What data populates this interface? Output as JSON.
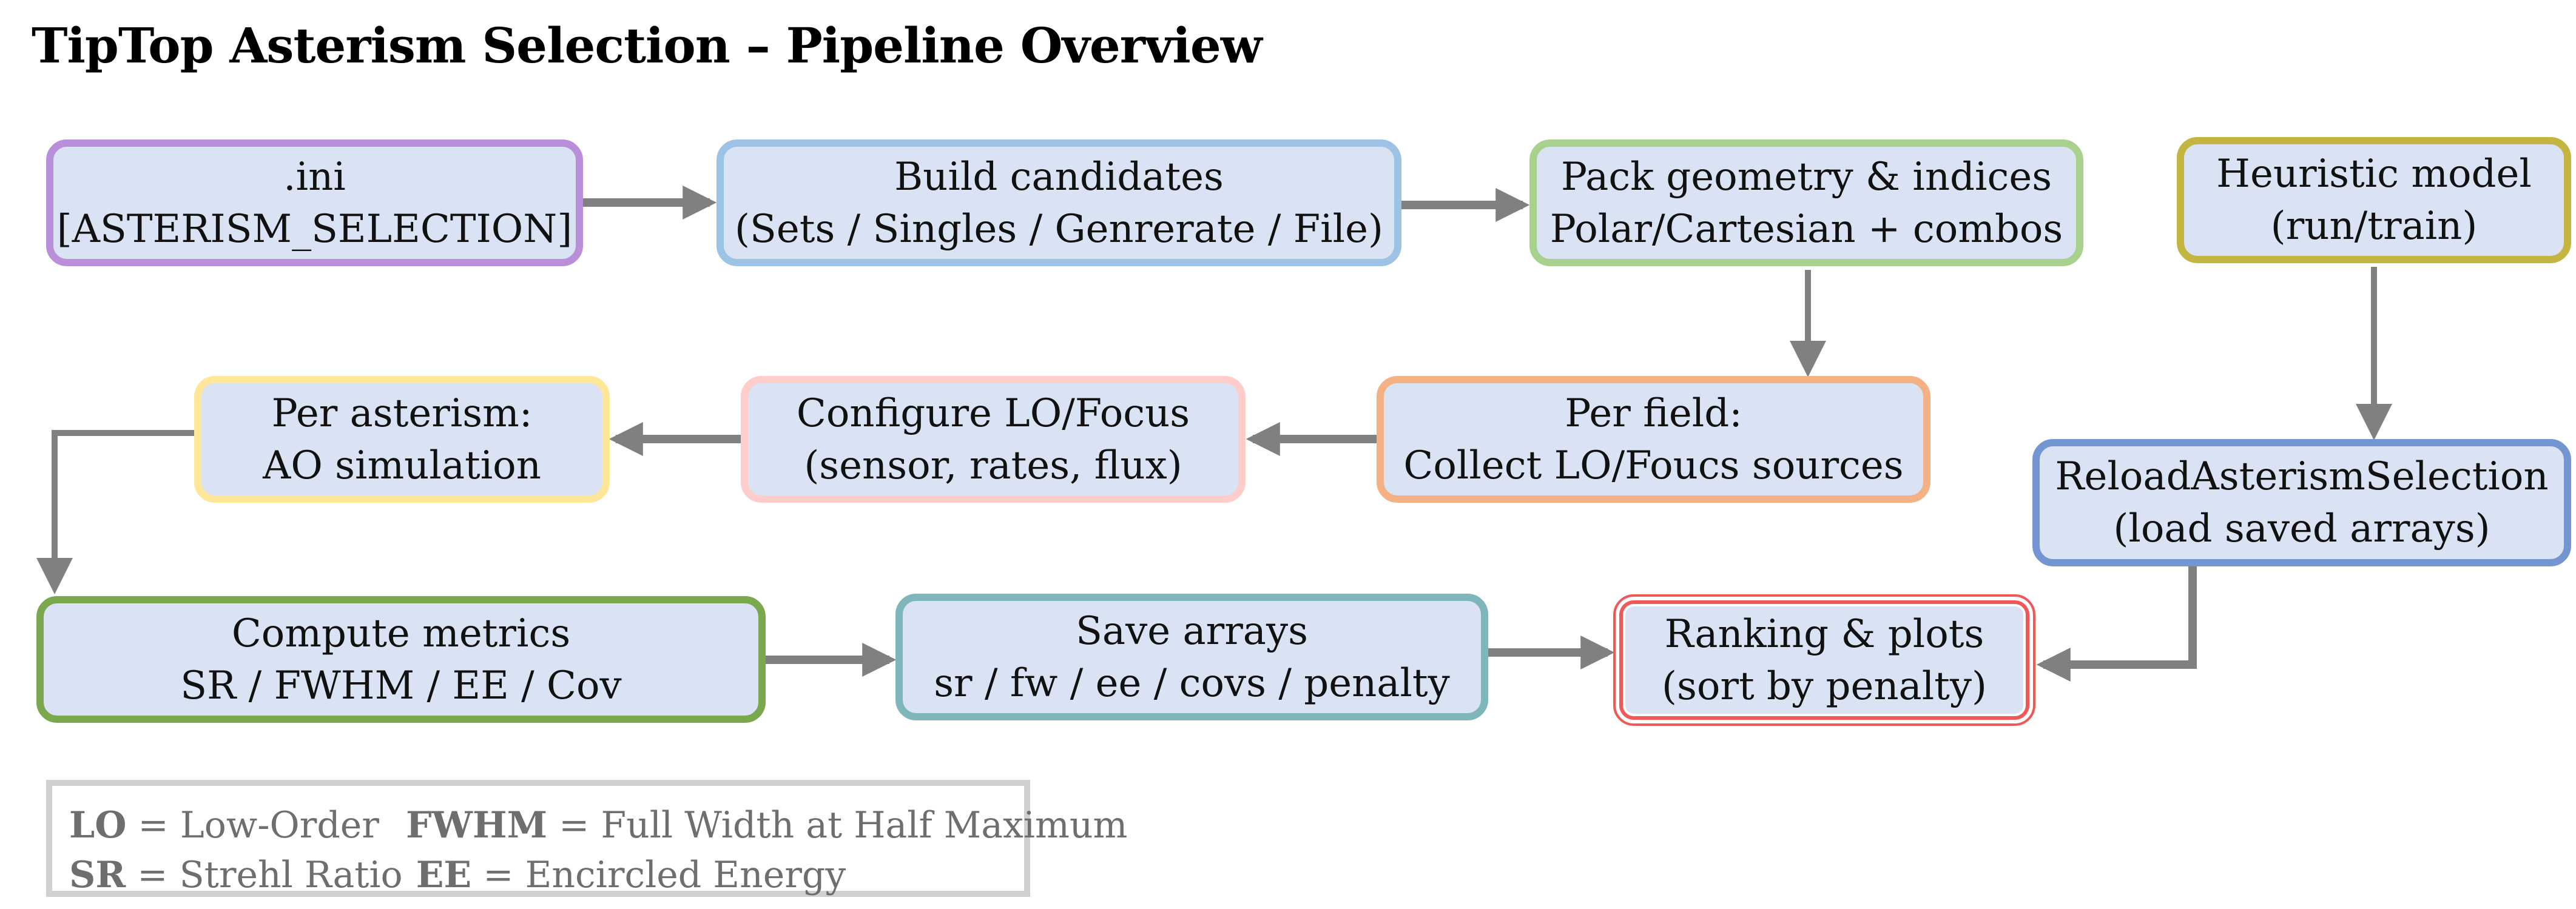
{
  "title": "TipTop Asterism Selection – Pipeline Overview",
  "nodes": {
    "ini": {
      "line1": ".ini",
      "line2": "[ASTERISM_SELECTION]",
      "border": "#b88fd8"
    },
    "build": {
      "line1": "Build candidates",
      "line2": "(Sets / Singles / Genrerate / File)",
      "border": "#9cc2e5"
    },
    "pack": {
      "line1": "Pack geometry & indices",
      "line2": "Polar/Cartesian + combos",
      "border": "#a9d18e"
    },
    "heuristic": {
      "line1": "Heuristic model",
      "line2": "(run/train)",
      "border": "#c4b440"
    },
    "per_field": {
      "line1": "Per field:",
      "line2": "Collect LO/Foucs sources",
      "border": "#f4b183"
    },
    "configure": {
      "line1": "Configure LO/Focus",
      "line2": "(sensor, rates, flux)",
      "border": "#ffcccc"
    },
    "per_asterism": {
      "line1": "Per asterism:",
      "line2": "AO simulation",
      "border": "#ffe699"
    },
    "reload": {
      "line1": "ReloadAsterismSelection",
      "line2": "(load saved arrays)",
      "border": "#7396d2"
    },
    "compute": {
      "line1": "Compute metrics",
      "line2": "SR / FWHM / EE / Cov",
      "border": "#7aa84f"
    },
    "save": {
      "line1": "Save arrays",
      "line2": "sr / fw / ee / covs / penalty",
      "border": "#7fb6bb"
    },
    "ranking": {
      "line1": "Ranking & plots",
      "line2": "(sort by penalty)",
      "border": "#f25757"
    }
  },
  "node_fill": "#dae3f3",
  "arrow_color": "#808080",
  "legend": {
    "items": [
      {
        "abbr": "LO",
        "sep": " = ",
        "desc": "Low-Order"
      },
      {
        "abbr": "FWHM",
        "sep": " = ",
        "desc": "Full Width at Half Maximum"
      },
      {
        "abbr": "SR",
        "sep": " = ",
        "desc": "Strehl Ratio"
      },
      {
        "abbr": "EE",
        "sep": " = ",
        "desc": "Encircled Energy"
      }
    ]
  },
  "edges": [
    {
      "from": "ini",
      "to": "build"
    },
    {
      "from": "build",
      "to": "pack"
    },
    {
      "from": "pack",
      "to": "per_field"
    },
    {
      "from": "per_field",
      "to": "configure"
    },
    {
      "from": "configure",
      "to": "per_asterism"
    },
    {
      "from": "per_asterism",
      "to": "compute"
    },
    {
      "from": "compute",
      "to": "save"
    },
    {
      "from": "save",
      "to": "ranking"
    },
    {
      "from": "heuristic",
      "to": "reload"
    },
    {
      "from": "reload",
      "to": "ranking"
    }
  ]
}
